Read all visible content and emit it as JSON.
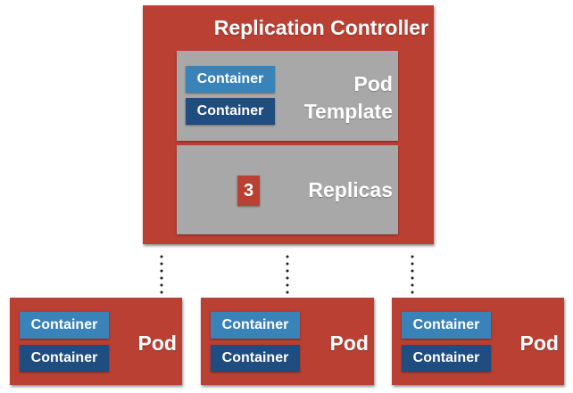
{
  "replication_controller": {
    "title": "Replication Controller",
    "pod_template": {
      "label_line1": "Pod",
      "label_line2": "Template",
      "containers": [
        "Container",
        "Container"
      ]
    },
    "replicas": {
      "count": "3",
      "label": "Replicas"
    }
  },
  "pods": [
    {
      "label": "Pod",
      "containers": [
        "Container",
        "Container"
      ]
    },
    {
      "label": "Pod",
      "containers": [
        "Container",
        "Container"
      ]
    },
    {
      "label": "Pod",
      "containers": [
        "Container",
        "Container"
      ]
    }
  ],
  "colors": {
    "controller_red": "#b94032",
    "template_gray": "#a8a8a8",
    "container_light_blue": "#3a83b8",
    "container_dark_blue": "#1f4d80"
  }
}
